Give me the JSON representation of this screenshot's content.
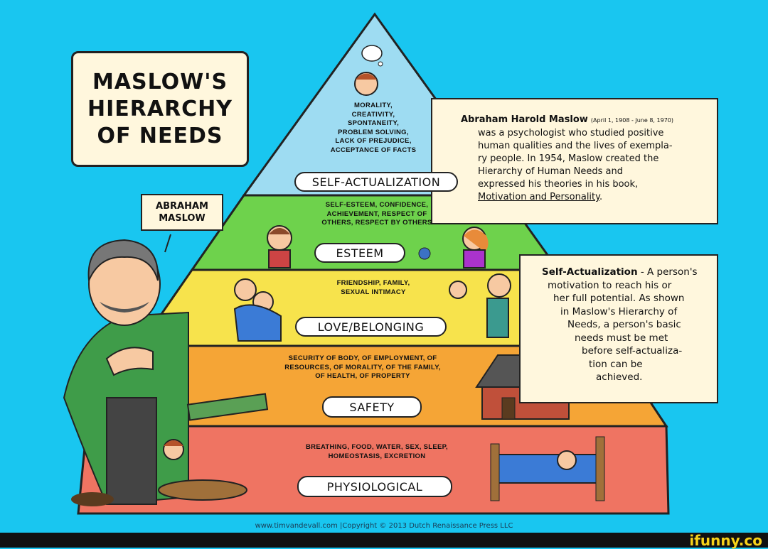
{
  "title": {
    "lines": [
      "MASLOW'S",
      "HIERARCHY",
      "OF NEEDS"
    ]
  },
  "name_label": {
    "lines": [
      "ABRAHAM",
      "MASLOW"
    ]
  },
  "bio": {
    "name": "Abraham Harold Maslow",
    "dates": "(April 1, 1908 - June 8, 1970)",
    "lines": [
      "was a psychologist who studied positive",
      "human qualities and the lives of exempla-",
      "ry people. In 1954, Maslow created the",
      "Hierarchy of Human Needs and",
      "expressed his theories in his book,"
    ],
    "book": "Motivation and Personality",
    "end": "."
  },
  "self_actualization_note": {
    "term": "Self-Actualization",
    "lines": [
      "- A person's",
      "motivation to reach his or",
      "her full potential. As shown",
      "in Maslow's Hierarchy of",
      "Needs, a person's basic",
      "needs must be met",
      "before self-actualiza-",
      "tion can be",
      "achieved."
    ]
  },
  "pyramid": {
    "layers": [
      {
        "label": "SELF-ACTUALIZATION",
        "color": "#9edcf2",
        "items": [
          "MORALITY,",
          "CREATIVITY,",
          "SPONTANEITY,",
          "PROBLEM SOLVING,",
          "LACK OF PREJUDICE,",
          "ACCEPTANCE OF FACTS"
        ]
      },
      {
        "label": "ESTEEM",
        "color": "#6ed24c",
        "items": [
          "SELF-ESTEEM, CONFIDENCE,",
          "ACHIEVEMENT, RESPECT OF",
          "OTHERS, RESPECT BY OTHERS"
        ]
      },
      {
        "label": "LOVE/BELONGING",
        "color": "#f7e34c",
        "items": [
          "FRIENDSHIP, FAMILY,",
          "SEXUAL INTIMACY"
        ]
      },
      {
        "label": "SAFETY",
        "color": "#f5a536",
        "items": [
          "SECURITY OF BODY, OF EMPLOYMENT, OF",
          "RESOURCES, OF MORALITY, OF THE FAMILY,",
          "OF HEALTH, OF PROPERTY"
        ]
      },
      {
        "label": "PHYSIOLOGICAL",
        "color": "#ef7462",
        "items": [
          "BREATHING, FOOD, WATER, SEX, SLEEP,",
          "HOMEOSTASIS, EXCRETION"
        ]
      }
    ]
  },
  "footer": "www.timvandevall.com |Copyright © 2013 Dutch Renaissance Press LLC",
  "watermark": "ifunny.co"
}
